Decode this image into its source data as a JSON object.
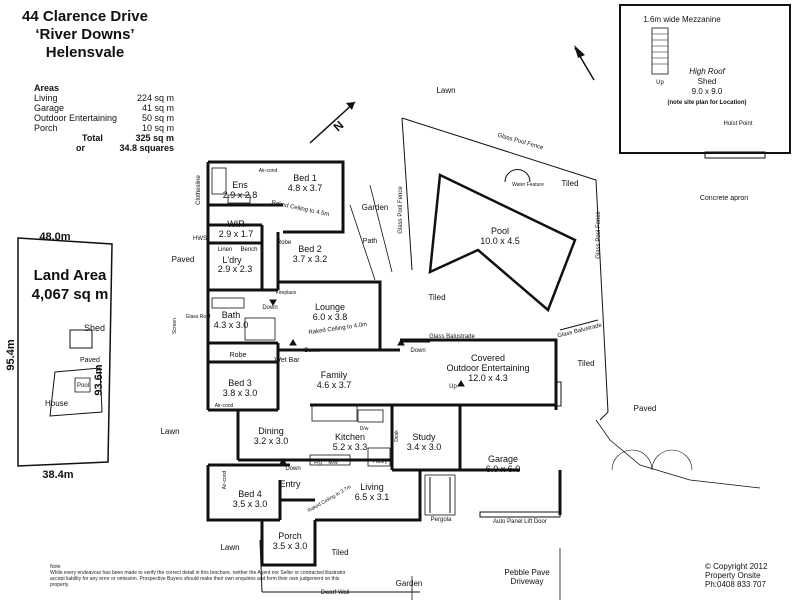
{
  "header": {
    "line1": "44 Clarence Drive",
    "line2": "‘River Downs’",
    "line3": "Helensvale"
  },
  "areas": {
    "title": "Areas",
    "rows": [
      {
        "name": "Living",
        "value": "224 sq m"
      },
      {
        "name": "Garage",
        "value": "41 sq m"
      },
      {
        "name": "Outdoor Entertaining",
        "value": "50 sq m"
      },
      {
        "name": "Porch",
        "value": "10 sq m"
      }
    ],
    "total_label": "Total",
    "total_value": "325 sq m",
    "or_label": "or",
    "squares": "34.8 squares"
  },
  "site": {
    "width_top": "48.0m",
    "land_title": "Land Area",
    "land_value": "4,067 sq m",
    "left_depth": "95.4m",
    "right_depth": "93.6m",
    "width_bottom": "38.4m",
    "shed": "Shed",
    "paved": "Paved",
    "pool": "Pool",
    "house": "House"
  },
  "shed_plan": {
    "mezzanine": "1.6m wide Mezzanine",
    "up": "Up",
    "high_roof": "High Roof",
    "shed": "Shed",
    "dims": "9.0 x 9.0",
    "note": "(note site plan for Location)",
    "hoist": "Hoist Point",
    "apron": "Concrete apron"
  },
  "rooms": [
    {
      "name": "Bed 1",
      "dims": "4.8 x 3.7"
    },
    {
      "name": "Ens",
      "dims": "2.9 x 2.8"
    },
    {
      "name": "WIR",
      "dims": "2.9 x 1.7"
    },
    {
      "name": "L'dry",
      "dims": "2.9 x 2.3"
    },
    {
      "name": "Bed 2",
      "dims": "3.7 x 3.2"
    },
    {
      "name": "Lounge",
      "dims": "6.0 x 3.8"
    },
    {
      "name": "Bath",
      "dims": "4.3 x 3.0"
    },
    {
      "name": "Family",
      "dims": "4.6 x 3.7"
    },
    {
      "name": "Bed 3",
      "dims": "3.8 x 3.0"
    },
    {
      "name": "Dining",
      "dims": "3.2 x 3.0"
    },
    {
      "name": "Kitchen",
      "dims": "5.2 x 3.3"
    },
    {
      "name": "Study",
      "dims": "3.4 x 3.0"
    },
    {
      "name": "Garage",
      "dims": "6.0 x 6.0"
    },
    {
      "name": "Bed 4",
      "dims": "3.5 x 3.0"
    },
    {
      "name": "Living",
      "dims": "6.5 x 3.1"
    },
    {
      "name": "Porch",
      "dims": "3.5 x 3.0"
    },
    {
      "name": "Pool",
      "dims": "10.0 x 4.5"
    },
    {
      "name": "Covered",
      "dims": "Outdoor Entertaining"
    }
  ],
  "covered_dims": "12.0 x 4.3",
  "plan_labels": {
    "entry": "Entry",
    "wet_bar": "Wet Bar",
    "robe": "Robe",
    "linen": "Linen",
    "bench": "Bench",
    "hws": "HWS",
    "clothesline": "Clothesline",
    "paved": "Paved",
    "lawn": "Lawn",
    "tiled": "Tiled",
    "garden": "Garden",
    "path": "Path",
    "water_feature": "Water Feature",
    "glass_pool_fence": "Glass Pool Fence",
    "glass_balustrade": "Glass Balustrade",
    "pebble_pave": "Pebble Pave",
    "driveway": "Driveway",
    "dwarf_wall": "Dwarf Wall",
    "pergola": "Pergola",
    "auto_panel": "Auto Panel Lift Door",
    "raked_45": "Raked Ceiling to 4.5m",
    "raked_40": "Raked Ceiling to 4.0m",
    "raked_37": "Raked Ceiling to 3.7m",
    "down": "Down",
    "up": "Up",
    "air_cond": "Air-cond",
    "fireplace": "Fireplace",
    "screen": "Screen",
    "glass_roof": "Glass Roof",
    "pantry": "Pantry",
    "fridge": "Frg",
    "mw": "M/w",
    "dw": "D/w",
    "desk": "Desk",
    "north": "N"
  },
  "footer": {
    "note_title": "Note",
    "note_text": "While every endeavour has been made to verify the correct detail in this brochure, neither the Agent nor Seller or contracted illustrator accept liability for any error or omission. Prospective Buyers should make their own enquiries and form their own judgement on this property.",
    "copyright": "Copyright 2012",
    "company": "Property Onsite",
    "phone": "Ph:0408 833 707"
  }
}
